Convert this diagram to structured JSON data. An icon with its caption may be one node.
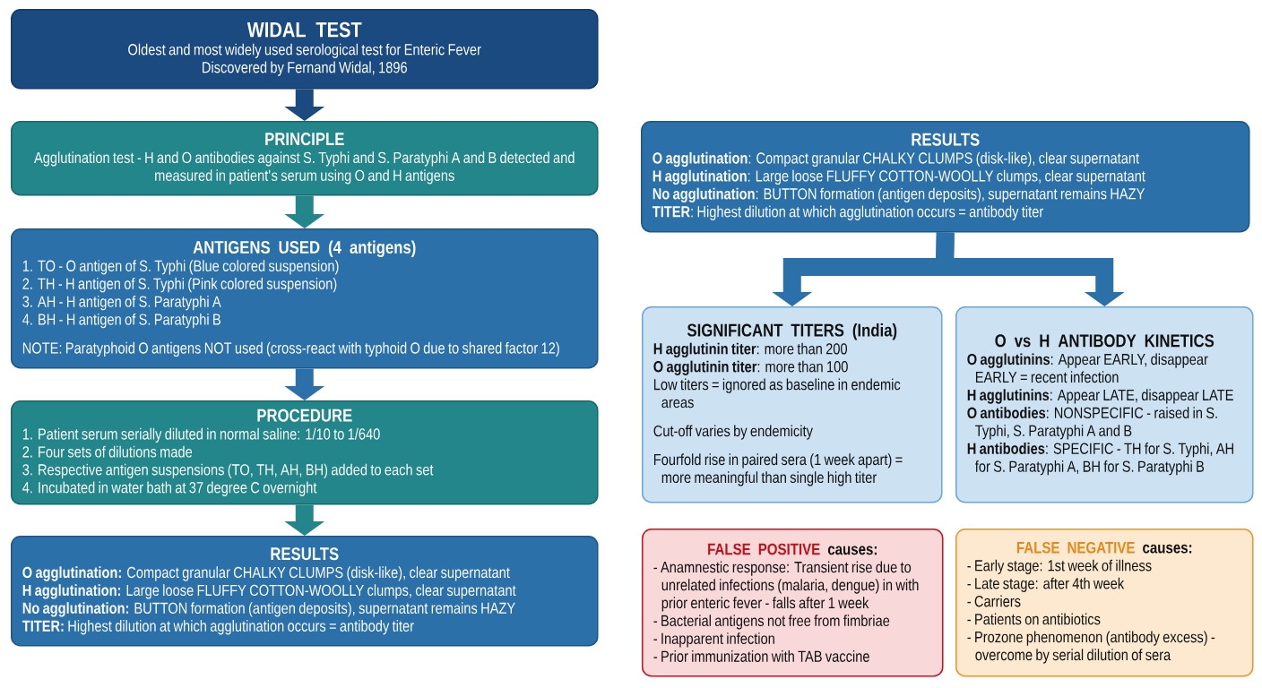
{
  "diagram": {
    "nodes": [
      {
        "text": [
          "WIDAL TEST",
          "Oldest and most widely used serological test for Enteric Fever",
          "Discovered by Fernand Widal, 1896"
        ]
      },
      {
        "text": [
          "PRINCIPLE",
          "Agglutination test - H and O antibodies against S. Typhi and S. Paratyphi A and B detected and measured in patient's serum using O and H antigens"
        ]
      },
      {
        "text": [
          "ANTIGENS USED (4 antigens)",
          "1. TO - O antigen of S. Typhi (Blue colored suspension)",
          "2. TH - H antigen of S. Typhi (Pink colored suspension)",
          "3. AH - H antigen of S. Paratyphi A",
          "4. BH - H antigen of S. Paratyphi B",
          "NOTE: Paratyphoid O antigens NOT used (cross-react with typhoid O due to shared factor 12)"
        ]
      },
      {
        "text": [
          "PROCEDURE",
          "1. Patient serum serially diluted in normal saline: 1/10 to 1/640",
          "2. Four sets of dilutions made",
          "3. Respective antigen suspensions (TO, TH, AH, BH) added to each set",
          "4. Incubated in water bath at 37 degree C overnight"
        ]
      },
      {
        "text": [
          "RESULTS",
          "**O agglutination:** Compact granular CHALKY CLUMPS (disk-like), clear supernatant",
          "**H agglutination:** Large loose FLUFFY COTTON-WOOLLY clumps, clear supernatant",
          "**No agglutination:** BUTTON formation (antigen deposits), supernatant remains HAZY",
          "**TITER:** Highest dilution at which agglutination occurs = antibody titer"
        ]
      },
      {
        "text": [
          "RESULTS",
          "**O agglutination**: Compact granular CHALKY CLUMPS (disk-like), clear supernatant",
          "**H agglutination**: Large loose FLUFFY COTTON-WOOLLY clumps, clear supernatant",
          "**No agglutination**: BUTTON formation (antigen deposits), supernatant remains HAZY",
          "**TITER**: Highest dilution at which agglutination occurs = antibody titer"
        ]
      },
      {
        "text": [
          "SIGNIFICANT TITERS (India)",
          "**H agglutinin titer**: more than 200",
          "**O agglutinin titer**: more than 100",
          "Low titers = ignored as baseline in endemic areas",
          "Cut-off varies by endemicity",
          "Fourfold rise in paired sera (1 week apart) = more meaningful than single high titer"
        ]
      },
      {
        "text": [
          "O vs H ANTIBODY KINETICS",
          "**O agglutinins**: Appear EARLY, disappear EARLY = recent infection",
          "**H agglutinins**: Appear LATE, disappear LATE",
          "**O antibodies**: NONSPECIFIC - raised in S. Typhi, S. Paratyphi A and B",
          "**H antibodies**: SPECIFIC - TH for S. Typhi, AH for S. Paratyphi A, BH for S. Paratyphi B"
        ]
      },
      {
        "text": [
          "FALSE POSITIVE",
          "causes:",
          "- Anamnestic response: Transient rise due to unrelated infections (malaria, dengue) in with prior enteric fever - falls after 1 week",
          "- Bacterial antigens not free from fimbriae",
          "- Inapparent infection",
          "- Prior immunization with TAB vaccine"
        ]
      },
      {
        "text": [
          "FALSE NEGATIVE",
          "causes:",
          "- Early stage: 1st week of illness",
          "- Late stage: after 4th week",
          "- Carriers",
          "- Patients on antibiotics",
          "- Prozone phenomenon (antibody excess) - overcome by serial dilution of sera"
        ]
      }
    ],
    "edges": [
      {
        "from": 0,
        "to": 1,
        "arrow": "to",
        "color": "#1b4a80"
      },
      {
        "from": 1,
        "to": 2,
        "arrow": "to",
        "color": "#23868a"
      },
      {
        "from": 2,
        "to": 3,
        "arrow": "to"
      },
      {
        "from": 3,
        "to": 4,
        "arrow": "to",
        "color": "#23868a"
      },
      {
        "from": 5,
        "to": 6,
        "arrow": "to"
      },
      {
        "from": 5,
        "to": 7,
        "arrow": "to"
      }
    ]
  }
}
